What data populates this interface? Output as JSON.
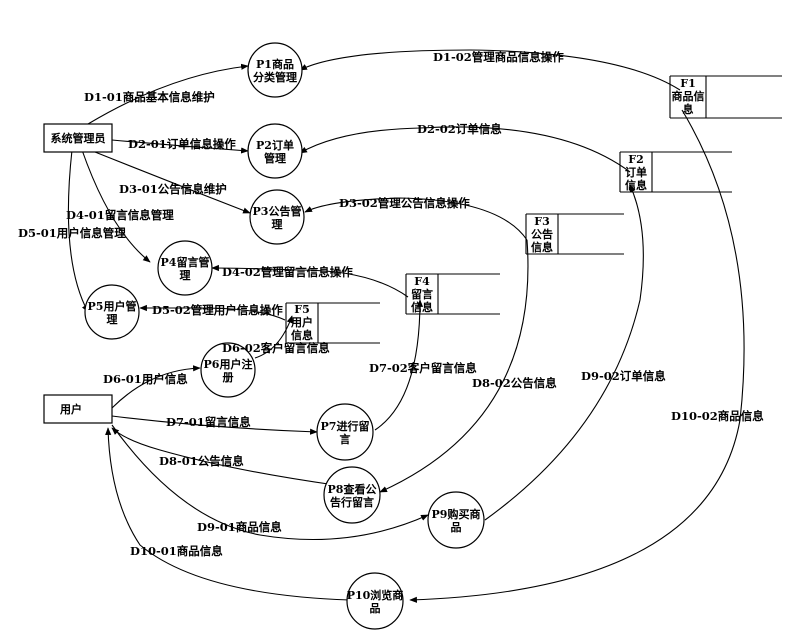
{
  "entities": {
    "admin": "系统管理员",
    "user": "用户"
  },
  "processes": {
    "p1": [
      "P1商品",
      "分类管理"
    ],
    "p2": [
      "P2订单",
      "管理"
    ],
    "p3": [
      "P3公告管",
      "理"
    ],
    "p4": [
      "P4留言管",
      "理"
    ],
    "p5": [
      "P5用户管",
      "理"
    ],
    "p6": [
      "P6用户注",
      "册"
    ],
    "p7": [
      "P7进行留",
      "言"
    ],
    "p8": [
      "P8查看公",
      "告行留言"
    ],
    "p9": [
      "P9购买商",
      "品"
    ],
    "p10": [
      "P10浏览商",
      "品"
    ]
  },
  "stores": {
    "f1": [
      "F1",
      "商品信",
      "息"
    ],
    "f2": [
      "F2",
      "订单",
      "信息"
    ],
    "f3": [
      "F3",
      "公告",
      "信息"
    ],
    "f4": [
      "F4",
      "留言",
      "信息"
    ],
    "f5": [
      "F5",
      "用户",
      "信息"
    ]
  },
  "flows": {
    "d1_01": "D1-01商品基本信息维护",
    "d1_02": "D1-02管理商品信息操作",
    "d2_01": "D2-01订单信息操作",
    "d2_02": "D2-02订单信息",
    "d3_01": "D3-01公告信息维护",
    "d3_02": "D3-02管理公告信息操作",
    "d4_01": "D4-01留言信息管理",
    "d4_02": "D4-02管理留言信息操作",
    "d5_01": "D5-01用户信息管理",
    "d5_02": "D5-02管理用户信息操作",
    "d6_01": "D6-01用户信息",
    "d6_02": "D6-02客户留言信息",
    "d7_01": "D7-01留言信息",
    "d7_02": "D7-02客户留言信息",
    "d8_01": "D8-01公告信息",
    "d8_02": "D8-02公告信息",
    "d9_01": "D9-01商品信息",
    "d9_02": "D9-02订单信息",
    "d10_01": "D10-01商品信息",
    "d10_02": "D10-02商品信息"
  }
}
